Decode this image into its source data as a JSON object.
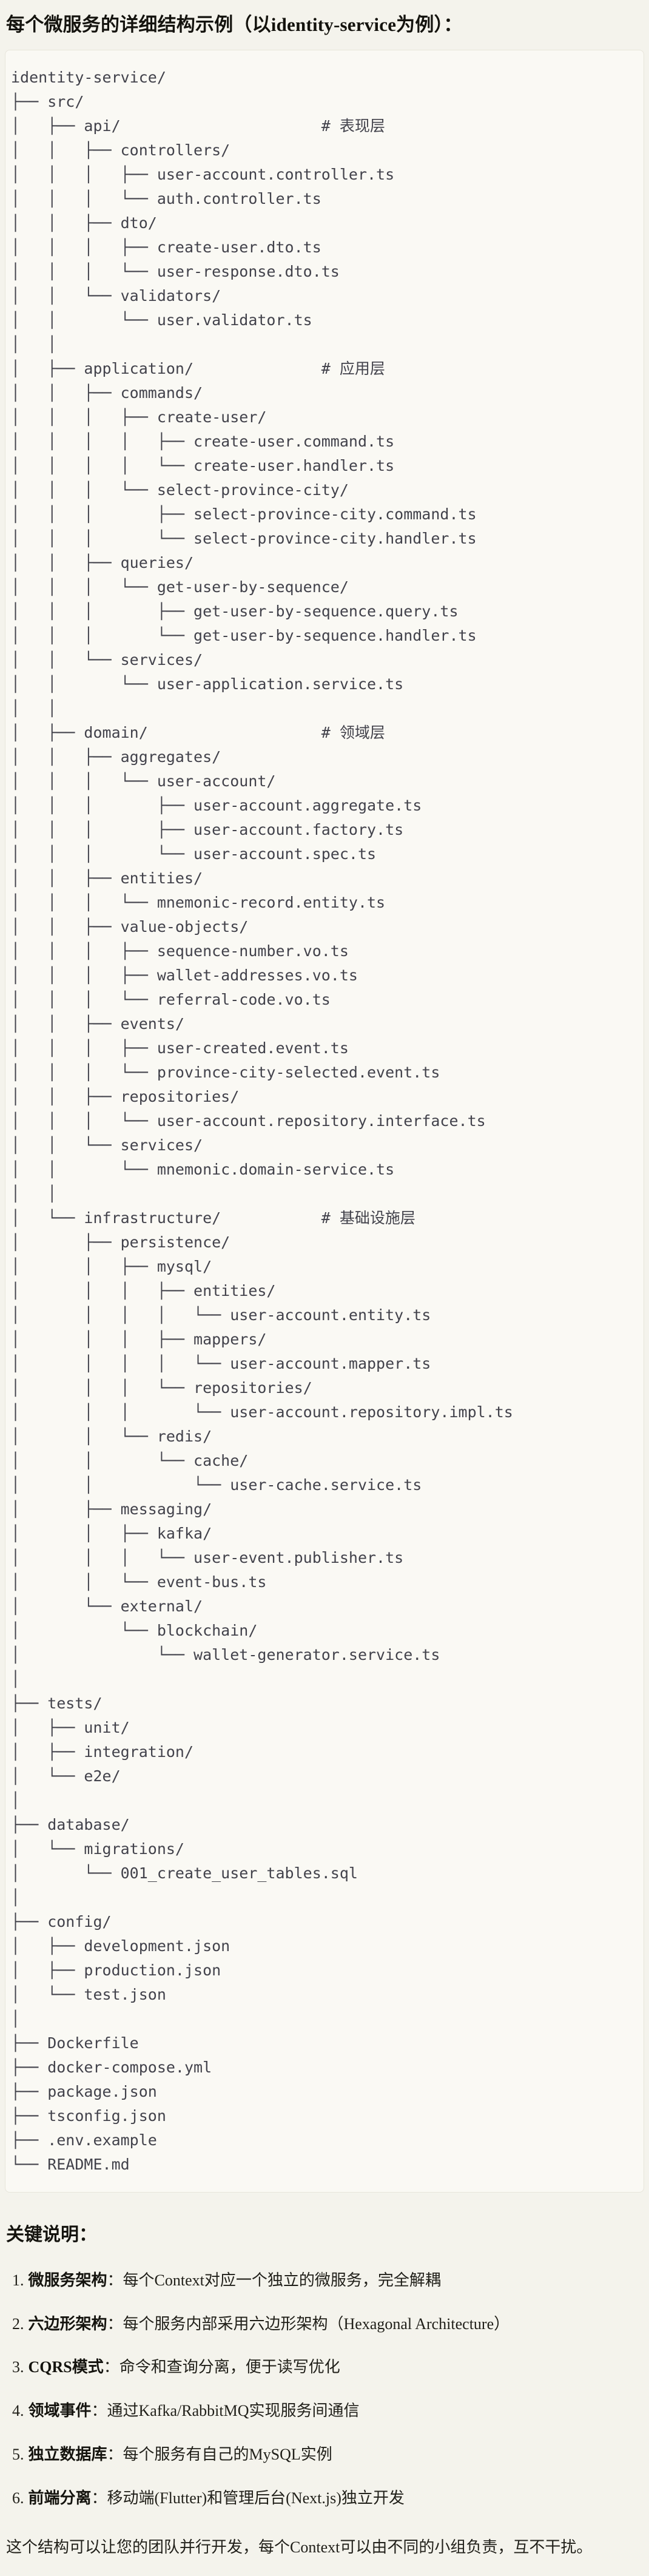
{
  "colors": {
    "page_bg": "#f4f3ec",
    "code_block_bg": "#faf9f4",
    "code_block_border": "#e7e5da",
    "code_text": "#42424b",
    "body_text": "#1d1c17"
  },
  "page": {
    "title": "每个微服务的详细结构示例（以identity-service为例）：",
    "notes_heading": "关键说明：",
    "notes": [
      {
        "num": "1.",
        "label": "微服务架构",
        "text": "：每个Context对应一个独立的微服务，完全解耦"
      },
      {
        "num": "2.",
        "label": "六边形架构",
        "text": "：每个服务内部采用六边形架构（Hexagonal Architecture）"
      },
      {
        "num": "3.",
        "label": "CQRS模式",
        "text": "：命令和查询分离，便于读写优化"
      },
      {
        "num": "4.",
        "label": "领域事件",
        "text": "：通过Kafka/RabbitMQ实现服务间通信"
      },
      {
        "num": "5.",
        "label": "独立数据库",
        "text": "：每个服务有自己的MySQL实例"
      },
      {
        "num": "6.",
        "label": "前端分离",
        "text": "：移动端(Flutter)和管理后台(Next.js)独立开发"
      }
    ],
    "closing": "这个结构可以让您的团队并行开发，每个Context可以由不同的小组负责，互不干扰。"
  },
  "directory_tree": {
    "lines": [
      "identity-service/",
      "├── src/",
      "│   ├── api/                      # 表现层",
      "│   │   ├── controllers/",
      "│   │   │   ├── user-account.controller.ts",
      "│   │   │   └── auth.controller.ts",
      "│   │   ├── dto/",
      "│   │   │   ├── create-user.dto.ts",
      "│   │   │   └── user-response.dto.ts",
      "│   │   └── validators/",
      "│   │       └── user.validator.ts",
      "│   │",
      "│   ├── application/              # 应用层",
      "│   │   ├── commands/",
      "│   │   │   ├── create-user/",
      "│   │   │   │   ├── create-user.command.ts",
      "│   │   │   │   └── create-user.handler.ts",
      "│   │   │   └── select-province-city/",
      "│   │   │       ├── select-province-city.command.ts",
      "│   │   │       └── select-province-city.handler.ts",
      "│   │   ├── queries/",
      "│   │   │   └── get-user-by-sequence/",
      "│   │   │       ├── get-user-by-sequence.query.ts",
      "│   │   │       └── get-user-by-sequence.handler.ts",
      "│   │   └── services/",
      "│   │       └── user-application.service.ts",
      "│   │",
      "│   ├── domain/                   # 领域层",
      "│   │   ├── aggregates/",
      "│   │   │   └── user-account/",
      "│   │   │       ├── user-account.aggregate.ts",
      "│   │   │       ├── user-account.factory.ts",
      "│   │   │       └── user-account.spec.ts",
      "│   │   ├── entities/",
      "│   │   │   └── mnemonic-record.entity.ts",
      "│   │   ├── value-objects/",
      "│   │   │   ├── sequence-number.vo.ts",
      "│   │   │   ├── wallet-addresses.vo.ts",
      "│   │   │   └── referral-code.vo.ts",
      "│   │   ├── events/",
      "│   │   │   ├── user-created.event.ts",
      "│   │   │   └── province-city-selected.event.ts",
      "│   │   ├── repositories/",
      "│   │   │   └── user-account.repository.interface.ts",
      "│   │   └── services/",
      "│   │       └── mnemonic.domain-service.ts",
      "│   │",
      "│   └── infrastructure/           # 基础设施层",
      "│       ├── persistence/",
      "│       │   ├── mysql/",
      "│       │   │   ├── entities/",
      "│       │   │   │   └── user-account.entity.ts",
      "│       │   │   ├── mappers/",
      "│       │   │   │   └── user-account.mapper.ts",
      "│       │   │   └── repositories/",
      "│       │   │       └── user-account.repository.impl.ts",
      "│       │   └── redis/",
      "│       │       └── cache/",
      "│       │           └── user-cache.service.ts",
      "│       ├── messaging/",
      "│       │   ├── kafka/",
      "│       │   │   └── user-event.publisher.ts",
      "│       │   └── event-bus.ts",
      "│       └── external/",
      "│           └── blockchain/",
      "│               └── wallet-generator.service.ts",
      "│",
      "├── tests/",
      "│   ├── unit/",
      "│   ├── integration/",
      "│   └── e2e/",
      "│",
      "├── database/",
      "│   └── migrations/",
      "│       └── 001_create_user_tables.sql",
      "│",
      "├── config/",
      "│   ├── development.json",
      "│   ├── production.json",
      "│   └── test.json",
      "│",
      "├── Dockerfile",
      "├── docker-compose.yml",
      "├── package.json",
      "├── tsconfig.json",
      "├── .env.example",
      "└── README.md"
    ]
  }
}
